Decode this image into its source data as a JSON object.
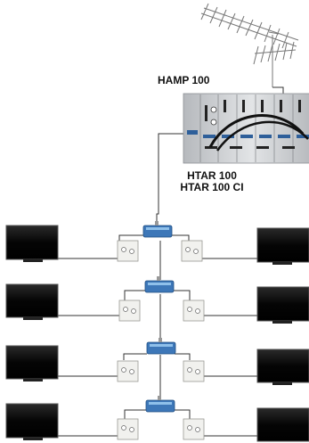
{
  "labels": {
    "amplifier": "HAMP 100",
    "module_line1": "HTAR 100",
    "module_line2": "HTAR 100 CI"
  },
  "colors": {
    "cable": "#333333",
    "tap_body": "#3d77b8",
    "tap_highlight": "#8fc0ea",
    "panel": "#c9ccd0",
    "tv_screen": "#0a0a0a",
    "outlet": "#f1f1ee"
  },
  "icons": [
    "antenna-icon",
    "tv-icon",
    "wall-outlet-icon",
    "tap-splitter-icon",
    "headend-rack-icon"
  ],
  "tap_levels": 4
}
